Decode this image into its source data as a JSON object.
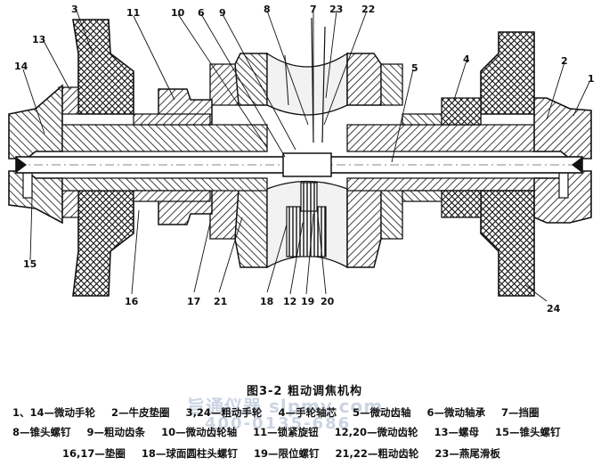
{
  "caption": "图3-2  粗动调焦机构",
  "legend": {
    "row1": [
      "1、14—微动手轮",
      "2—牛皮垫圈",
      "3,24—粗动手轮",
      "4—手轮轴芯",
      "5—微动齿轴",
      "6—微动轴承",
      "7—挡圈"
    ],
    "row2": [
      "8—锥头螺钉",
      "9—粗动齿条",
      "10—微动齿轮轴",
      "11—锁紧旋钮",
      "12,20—微动齿轮",
      "13—螺母",
      "15—锥头螺钉"
    ],
    "row3": [
      "16,17—垫圈",
      "18—球面圆柱头螺钉",
      "19—限位螺钉",
      "21,22—粗动齿轮",
      "23—燕尾滑板"
    ]
  },
  "labels": {
    "n1": "1",
    "n2": "2",
    "n3": "3",
    "n4": "4",
    "n5": "5",
    "n6": "6",
    "n7": "7",
    "n8": "8",
    "n9": "9",
    "n10": "10",
    "n11": "11",
    "n12": "12",
    "n13": "13",
    "n14": "14",
    "n15": "15",
    "n16": "16",
    "n17": "17",
    "n18": "18",
    "n19": "19",
    "n20": "20",
    "n21": "21",
    "n22": "22",
    "n23": "23",
    "n24": "24"
  },
  "watermark": {
    "line1": "旨通仪器 slpmy.com",
    "line2": "400-0135-686"
  }
}
